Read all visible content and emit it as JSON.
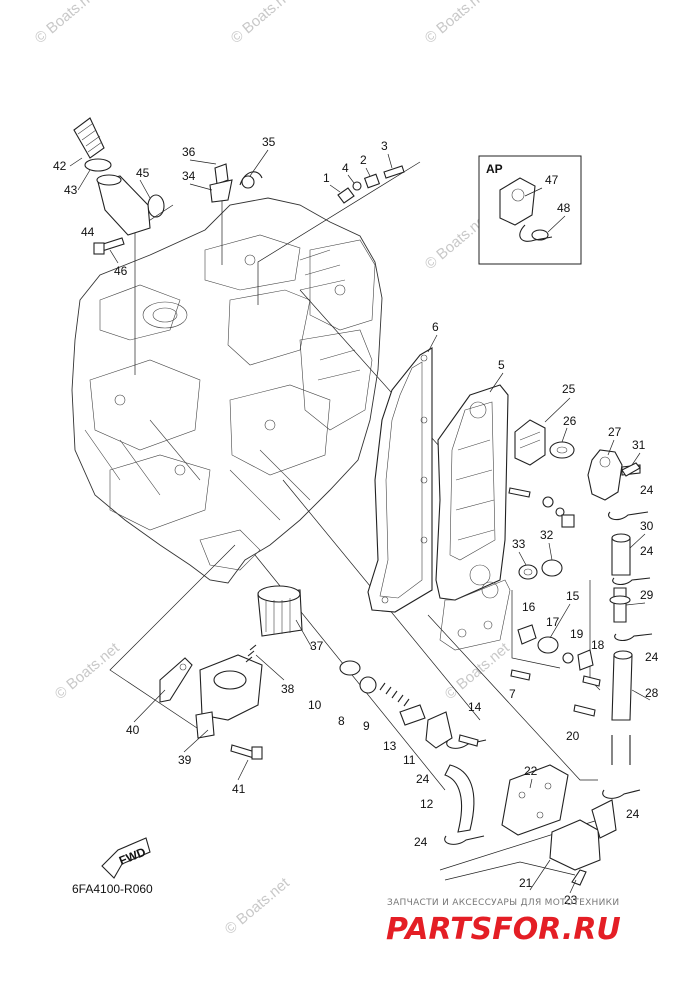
{
  "watermark_text": "© Boats.net",
  "diagram_code": "6FA4100-R060",
  "fwd_label": "FWD",
  "inset": {
    "label": "AP",
    "parts": [
      "47",
      "48"
    ]
  },
  "callouts": [
    "1",
    "2",
    "3",
    "4",
    "5",
    "6",
    "7",
    "8",
    "9",
    "10",
    "11",
    "12",
    "13",
    "14",
    "15",
    "16",
    "17",
    "18",
    "19",
    "20",
    "21",
    "22",
    "23",
    "24",
    "25",
    "26",
    "27",
    "28",
    "29",
    "30",
    "31",
    "32",
    "33",
    "34",
    "35",
    "36",
    "37",
    "38",
    "39",
    "40",
    "41",
    "42",
    "43",
    "44",
    "45",
    "46",
    "47",
    "48"
  ],
  "shop": {
    "tagline": "ЗАПЧАСТИ И АКСЕССУАРЫ ДЛЯ МОТОТЕХНИКИ",
    "brand": "PARTSFOR.RU",
    "brand_color": "#e41e25"
  }
}
